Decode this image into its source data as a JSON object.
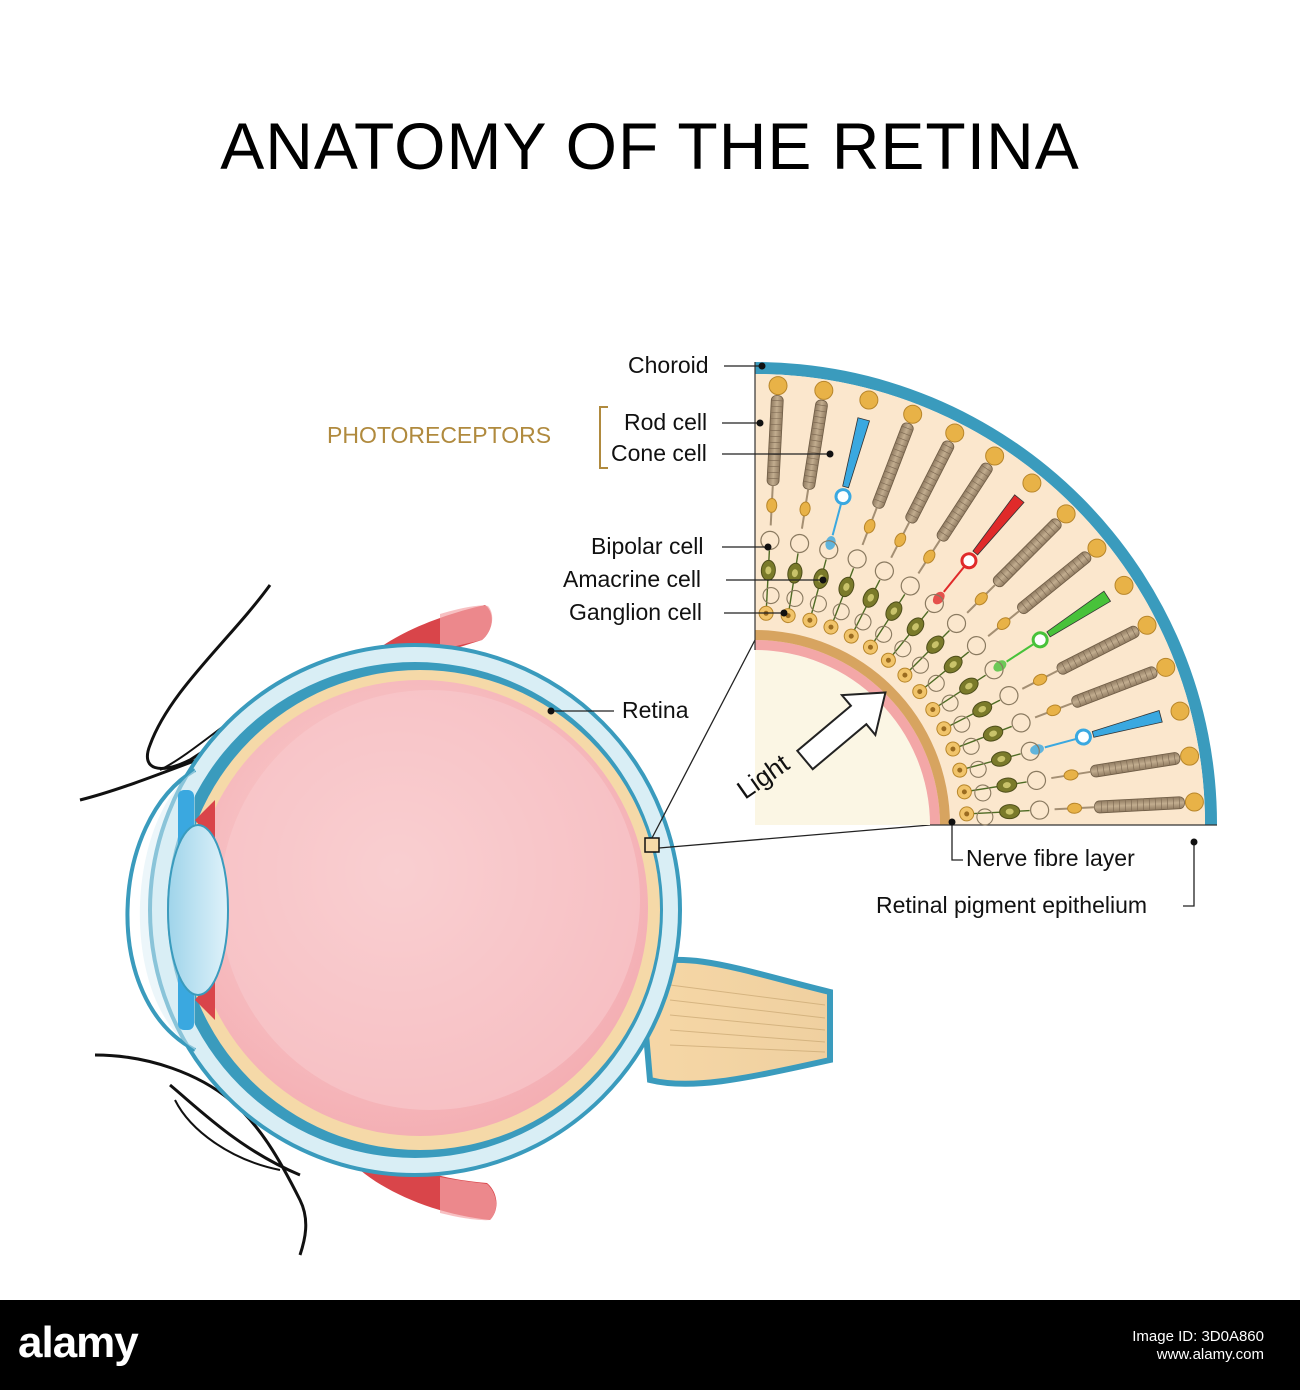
{
  "title": "ANATOMY OF THE RETINA",
  "labels": {
    "choroid": "Choroid",
    "photoreceptors": "PHOTORECEPTORS",
    "rod_cell": "Rod cell",
    "cone_cell": "Cone cell",
    "bipolar_cell": "Bipolar cell",
    "amacrine_cell": "Amacrine cell",
    "ganglion_cell": "Ganglion cell",
    "retina": "Retina",
    "light": "Light",
    "nerve_fibre_layer": "Nerve fibre layer",
    "retinal_pigment_epithelium": "Retinal pigment epithelium"
  },
  "footer": {
    "logo": "alamy",
    "image_id_label": "Image ID: 3D0A860",
    "url": "www.alamy.com"
  },
  "colors": {
    "choroid": "#3a9bbd",
    "sclera": "#d9eef5",
    "retina_layer": "#f5d9a8",
    "vitreous": "#f8c6c8",
    "muscle": "#d9454a",
    "photoreceptor_label": "#b08a3e",
    "rod": "#a48f73",
    "cone_blue": "#3aa8e0",
    "cone_red": "#e02a2a",
    "cone_green": "#48c23a"
  }
}
